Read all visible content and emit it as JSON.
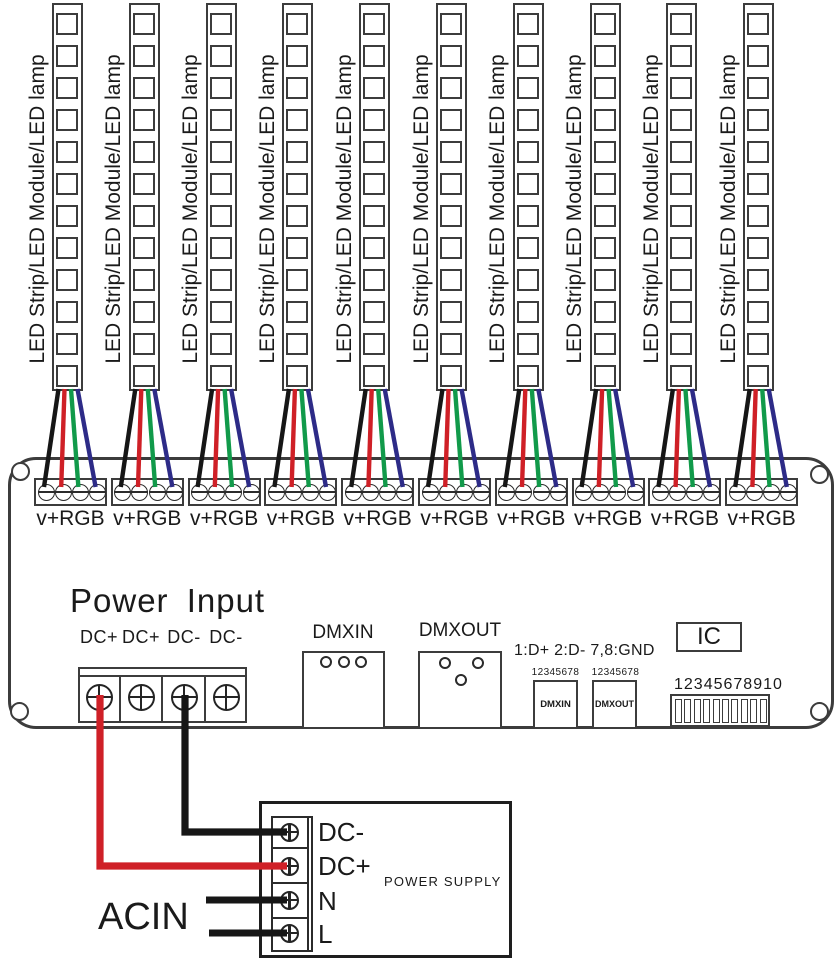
{
  "led_strips": {
    "count": 10,
    "label": "LED Strip/LED Module/LED lamp",
    "leds_per_strip": 12,
    "output_label": "v+RGB"
  },
  "controller": {
    "power_input_title": "Power Input",
    "power_terminal_labels": [
      "DC+",
      "DC+",
      "DC-",
      "DC-"
    ],
    "dmx_in_label": "DMXIN",
    "dmx_out_label": "DMXOUT",
    "pin_note": "1:D+ 2:D- 7,8:GND",
    "ic_label": "IC",
    "rj45_in": {
      "pins": "12345678",
      "label": "DMXIN"
    },
    "rj45_out": {
      "pins": "12345678",
      "label": "DMXOUT"
    },
    "dip_switch": {
      "label": "12345678910",
      "positions": 10
    }
  },
  "power_supply": {
    "label": "POWER SUPPLY",
    "terminal_labels": [
      "DC-",
      "DC+",
      "N",
      "L"
    ],
    "ac_input_label": "ACIN"
  },
  "colors": {
    "outline": "#3c3c3c",
    "wire_black": "#161616",
    "wire_red": "#cf2027",
    "wire_green": "#119a4a",
    "wire_blue": "#2d2b87"
  }
}
